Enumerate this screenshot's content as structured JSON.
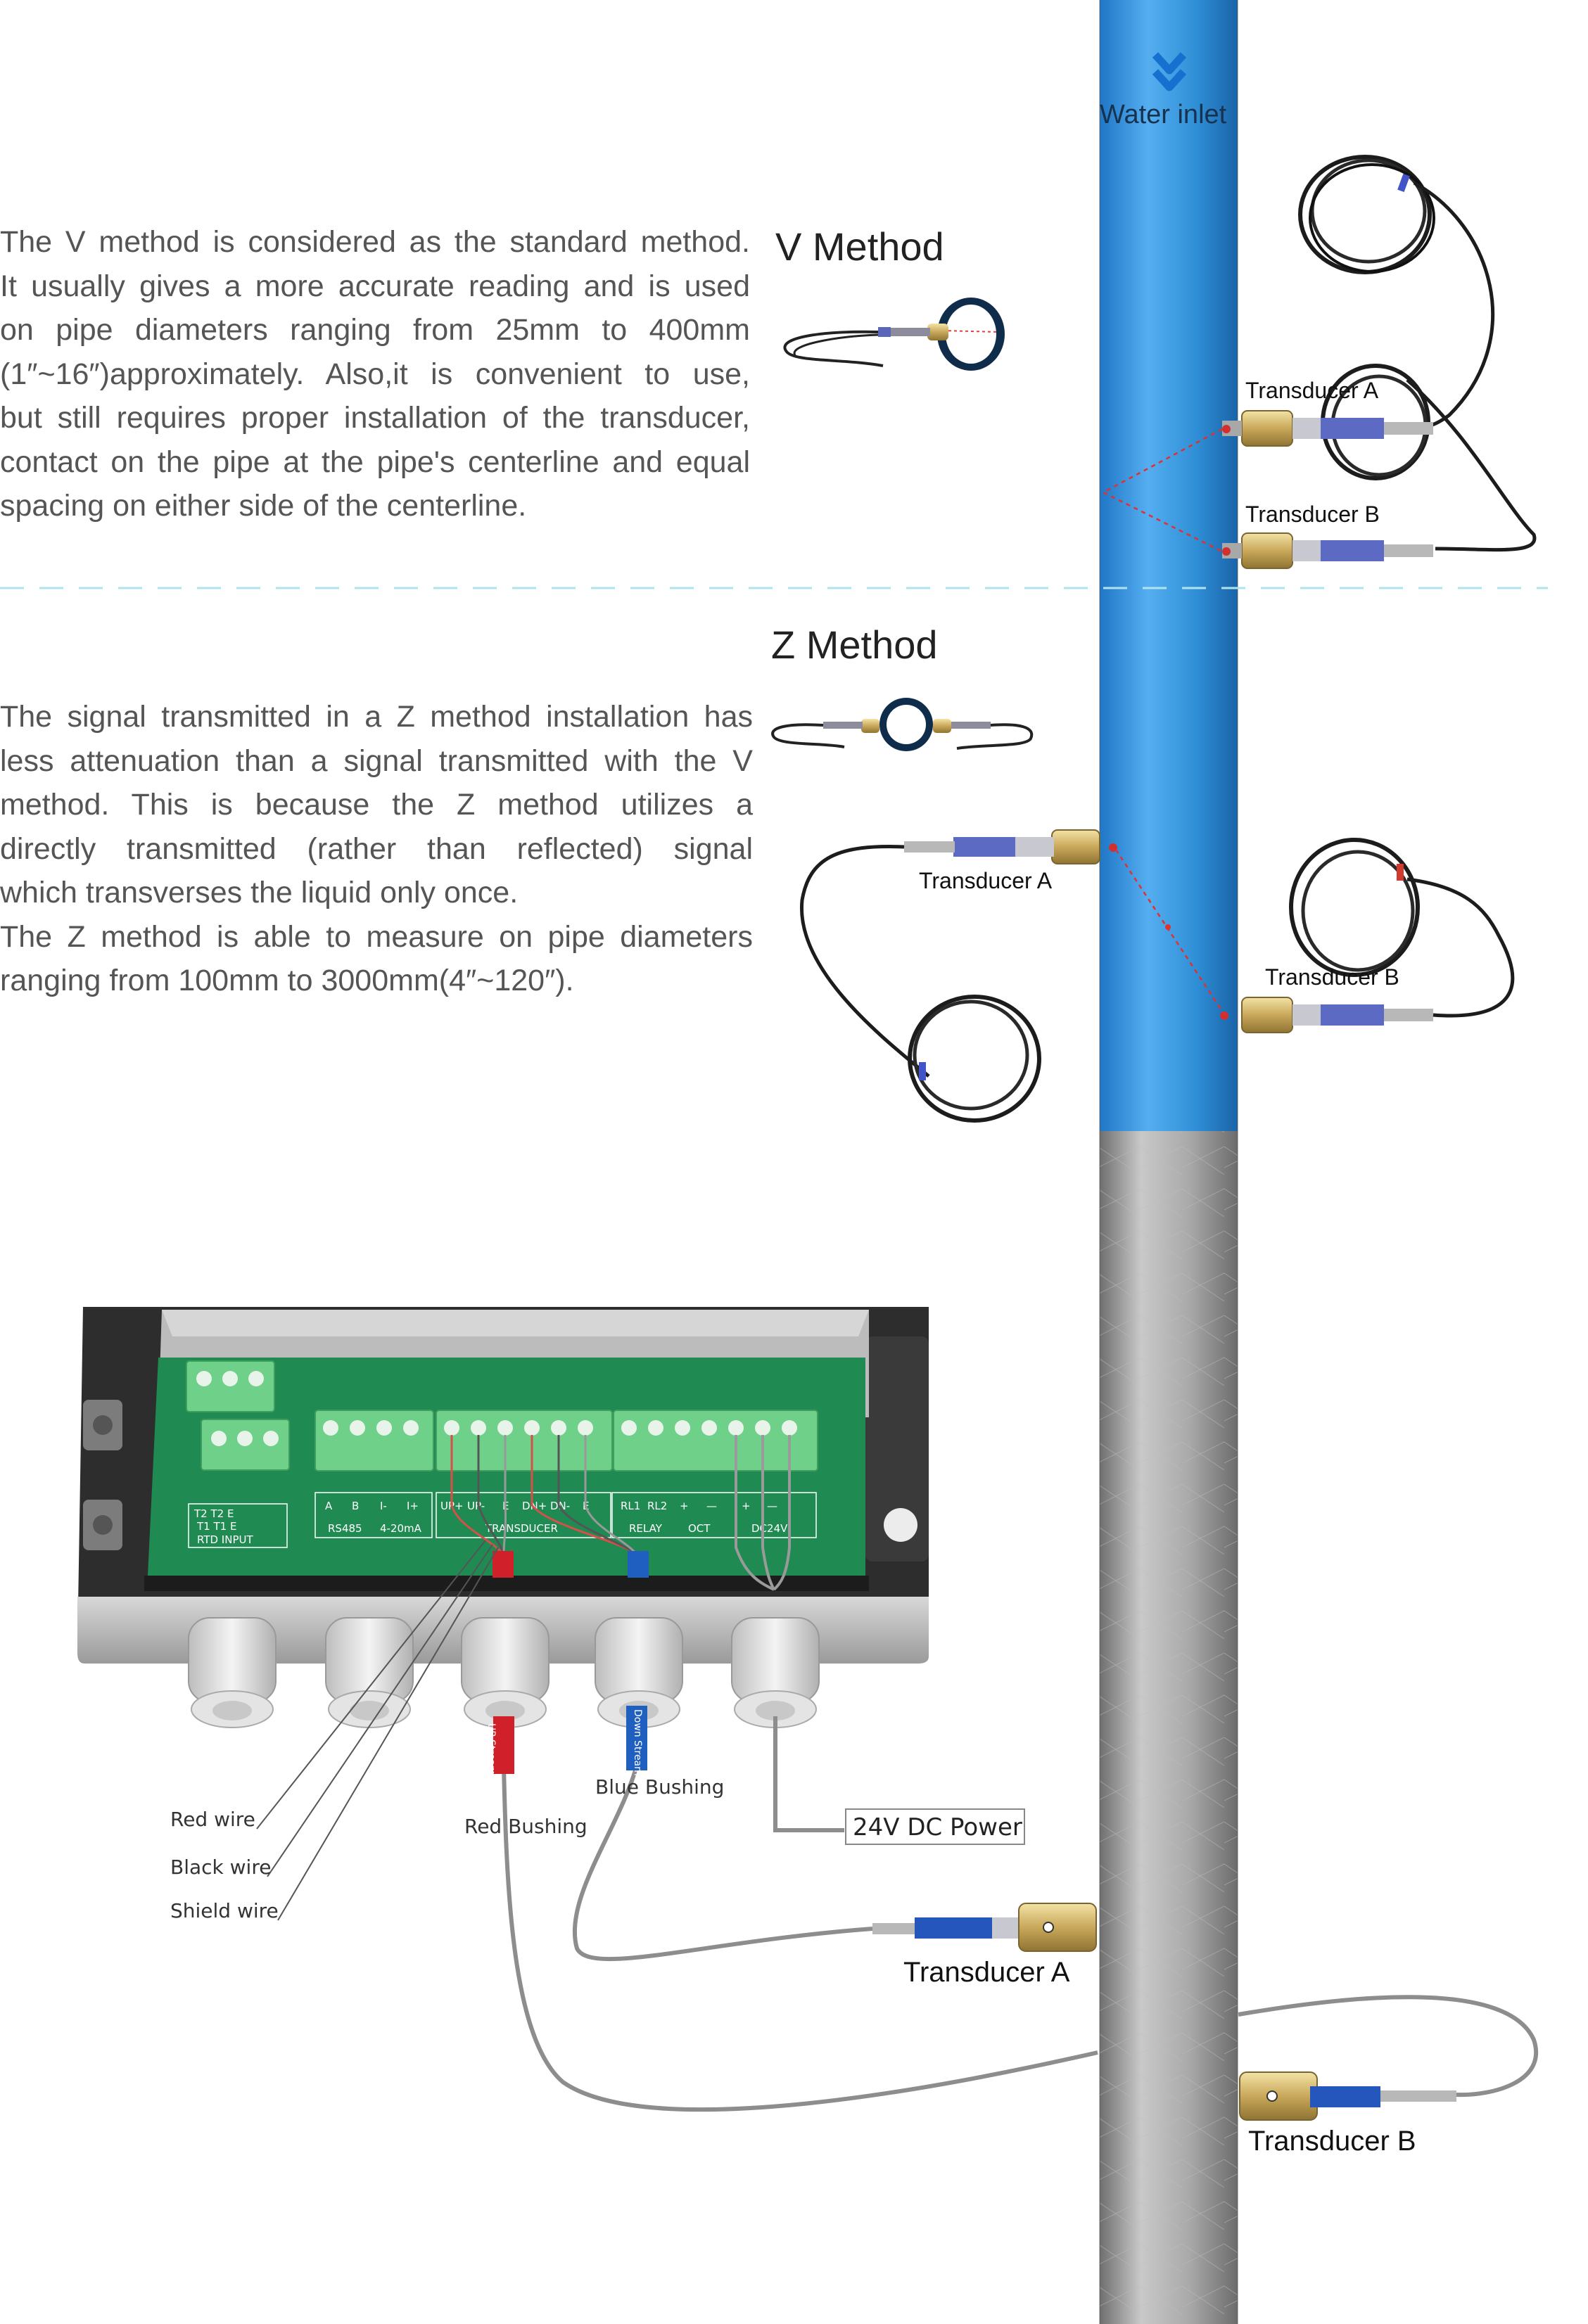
{
  "pipe": {
    "inlet_label": "Water inlet",
    "colors": {
      "water": "#2f8fd6",
      "water_dark": "#1d6db3",
      "steel": "#a3a3a3",
      "steel_dark": "#7d7d7d"
    }
  },
  "v_method": {
    "title": "V Method",
    "text_lines": [
      "The V method is considered as the standard method.",
      "It usually gives a more accurate reading and is used",
      "on pipe diameters ranging from 25mm to 400mm",
      "(1″~16″)approximately. Also,it is convenient to use,",
      "but still requires proper installation of the transducer,",
      "contact on the pipe at the pipe's centerline and equal",
      "spacing on either side of the centerline."
    ],
    "transducer_a": "Transducer A",
    "transducer_b": "Transducer B"
  },
  "z_method": {
    "title": "Z Method",
    "text_lines": [
      "The signal transmitted in a Z method installation has",
      "less attenuation than a signal transmitted with the V",
      "method. This is because the Z method utilizes a",
      "directly transmitted (rather than reflected) signal",
      "which transverses the liquid only once.",
      "The Z method is able to measure on pipe diameters",
      "ranging from 100mm to 3000mm(4″~120″)."
    ],
    "transducer_a": "Transducer A",
    "transducer_b": "Transducer B"
  },
  "wiring": {
    "pcb_labels": {
      "rtd_top": "T2  T2  E",
      "rtd_mid": "T1  T1  E",
      "rtd_input": "RTD INPUT",
      "a": "A",
      "b": "B",
      "i_minus": "I-",
      "i_plus": "I+",
      "rs485": "RS485",
      "ma": "4-20mA",
      "up_plus": "UP+",
      "up_minus": "UP-",
      "e1": "E",
      "dn_plus": "DN+",
      "dn_minus": "DN-",
      "e2": "E",
      "transducer": "TRANSDUCER",
      "rl1": "RL1",
      "rl2": "RL2",
      "oct_plus": "+",
      "oct_minus": "—",
      "relay": "RELAY",
      "oct": "OCT",
      "dc_plus": "+",
      "dc_minus": "—",
      "dc24v": "DC24V"
    },
    "wire_labels": {
      "red": "Red wire",
      "black": "Black wire",
      "shield": "Shield wire"
    },
    "bushing_labels": {
      "red": "Red Bushing",
      "blue": "Blue Bushing"
    },
    "sleeve_labels": {
      "up": "UP Stream",
      "down": "Down Stream"
    },
    "power_label": "24V DC Power",
    "transducer_a": "Transducer A",
    "transducer_b": "Transducer B"
  }
}
